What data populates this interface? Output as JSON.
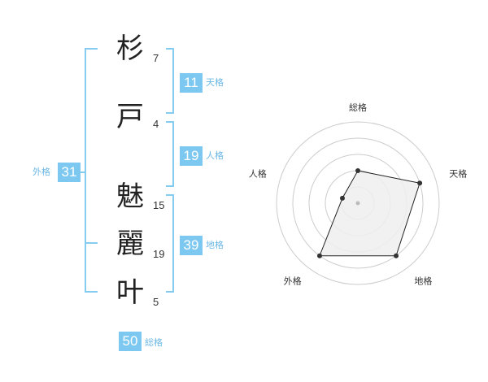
{
  "name": {
    "chars": [
      {
        "char": "杉",
        "strokes": "7"
      },
      {
        "char": "戸",
        "strokes": "4"
      },
      {
        "char": "魅",
        "strokes": "15"
      },
      {
        "char": "麗",
        "strokes": "19"
      },
      {
        "char": "叶",
        "strokes": "5"
      }
    ]
  },
  "fortune": {
    "tenkaku": {
      "value": "11",
      "label": "天格"
    },
    "jinkaku": {
      "value": "19",
      "label": "人格"
    },
    "chikaku": {
      "value": "39",
      "label": "地格"
    },
    "gaikaku": {
      "value": "31",
      "label": "外格"
    },
    "soukaku": {
      "value": "50",
      "label": "総格"
    }
  },
  "radar": {
    "axes": [
      "総格",
      "天格",
      "地格",
      "外格",
      "人格"
    ],
    "levels": 5,
    "values": [
      2,
      4,
      4,
      4,
      1
    ],
    "colors": {
      "ring": "#cccccc",
      "fill": "#eeeeee",
      "line": "#222222",
      "dot": "#333333"
    }
  },
  "colors": {
    "accent": "#7dc8f0",
    "accent_text": "#6cb8e6"
  }
}
